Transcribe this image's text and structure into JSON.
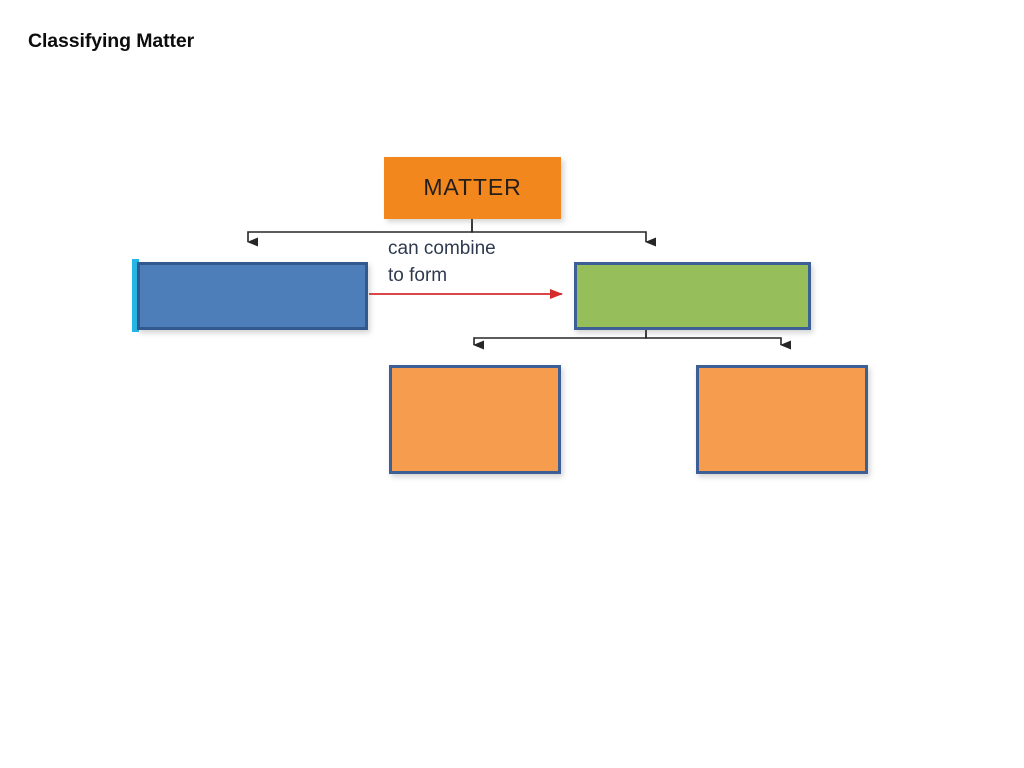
{
  "slide": {
    "title": "Classifying Matter",
    "background_color": "#ffffff"
  },
  "diagram": {
    "type": "flowchart-tree",
    "nodes": [
      {
        "id": "matter",
        "label": "MATTER",
        "role": "root",
        "fill_color": "#f2871e",
        "border_color": "none",
        "text_color": "#231f1c",
        "has_text": true
      },
      {
        "id": "blue",
        "label": "",
        "role": "child-left",
        "fill_color": "#4d7eba",
        "border_color": "#31598e",
        "accent_color": "#25b6e8",
        "has_text": false
      },
      {
        "id": "green",
        "label": "",
        "role": "child-right",
        "fill_color": "#96bf5b",
        "border_color": "#3c6095",
        "has_text": false
      },
      {
        "id": "leaf-left",
        "label": "",
        "role": "grandchild-left",
        "fill_color": "#f59c4e",
        "border_color": "#3c6095",
        "has_text": false
      },
      {
        "id": "leaf-right",
        "label": "",
        "role": "grandchild-right",
        "fill_color": "#f59c4e",
        "border_color": "#3c6095",
        "has_text": false
      }
    ],
    "edges": [
      {
        "id": "matter-to-blue",
        "from": "matter",
        "to": "blue",
        "label": "",
        "color": "#262626",
        "style": "elbow-arrow"
      },
      {
        "id": "matter-to-green",
        "from": "matter",
        "to": "green",
        "label": "",
        "color": "#262626",
        "style": "elbow-arrow"
      },
      {
        "id": "blue-to-green",
        "from": "blue",
        "to": "green",
        "label": "can combine\nto form",
        "color": "#d62b2b",
        "style": "straight-arrow"
      },
      {
        "id": "green-to-leaf-left",
        "from": "green",
        "to": "leaf-left",
        "label": "",
        "color": "#262626",
        "style": "elbow-arrow"
      },
      {
        "id": "green-to-leaf-right",
        "from": "green",
        "to": "leaf-right",
        "label": "",
        "color": "#262626",
        "style": "elbow-arrow"
      }
    ],
    "caption": "can combine\nto form"
  }
}
